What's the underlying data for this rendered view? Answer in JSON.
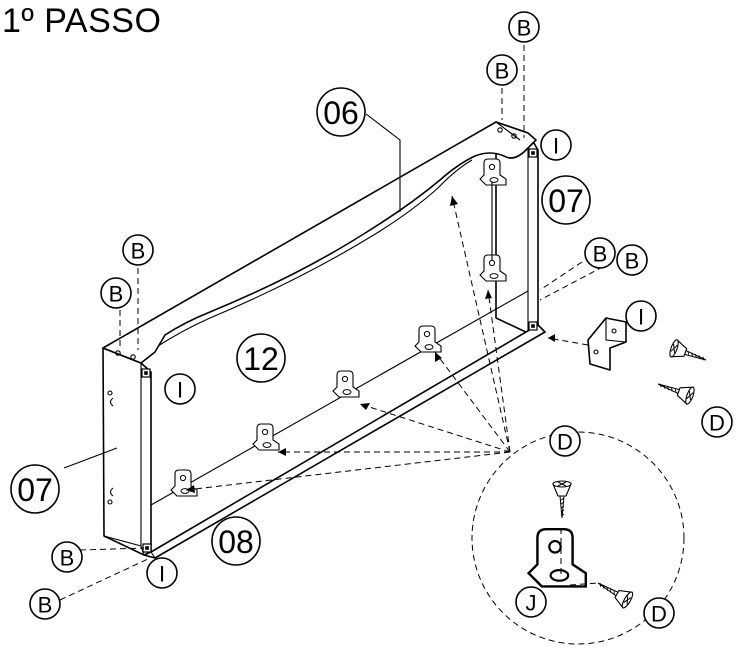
{
  "title": "1º PASSO",
  "labels": {
    "panel_top": "06",
    "panel_right": "07",
    "panel_left": "07",
    "panel_back": "12",
    "panel_bottom": "08",
    "dowel": "B",
    "connector": "I",
    "screw": "D",
    "bracket": "J"
  }
}
